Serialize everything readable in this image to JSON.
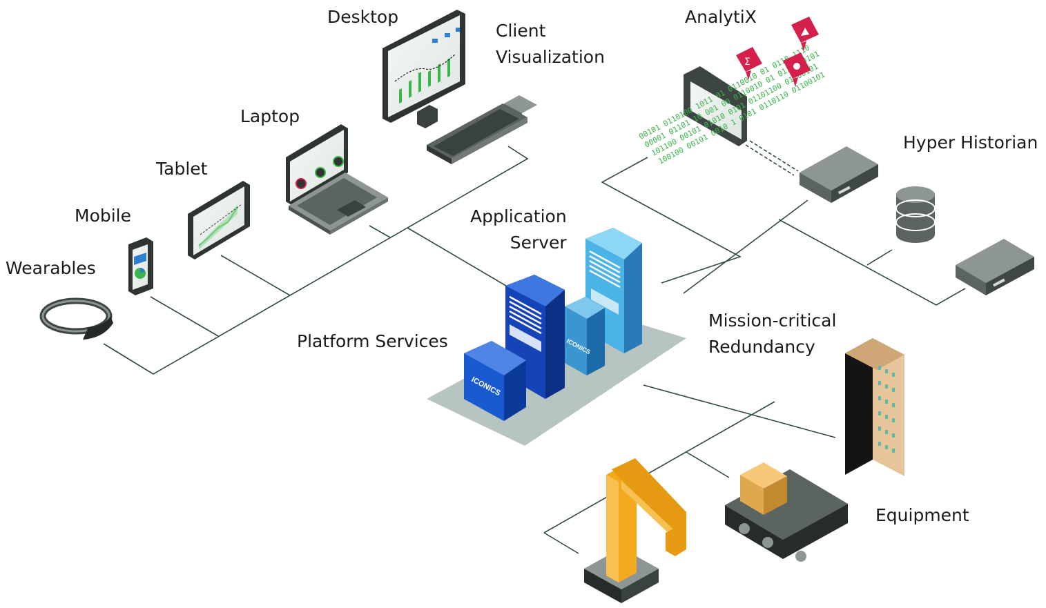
{
  "labels": {
    "desktop": "Desktop",
    "client_visualization_1": "Client",
    "client_visualization_2": "Visualization",
    "analytix": "AnalytiX",
    "hyper_historian": "Hyper Historian",
    "laptop": "Laptop",
    "tablet": "Tablet",
    "mobile": "Mobile",
    "wearables": "Wearables",
    "application_server_1": "Application",
    "application_server_2": "Server",
    "platform_services": "Platform Services",
    "mission_critical_1": "Mission-critical",
    "mission_critical_2": "Redundancy",
    "equipment": "Equipment"
  },
  "brand": {
    "server_logo": "ICONICS"
  },
  "binary": {
    "line1": "00101 0110100 1011 01 0110010 01 0110 1110",
    "line2": "00001 01101 10 001 00 0110010 01 0110100101",
    "line3": "101100 00101 01010 0101 01101100 01100101",
    "line4": "100100 00101 0010 1 0101 0110110 01100101"
  },
  "colors": {
    "line": "#2f4a3e",
    "accent_green": "#3ab54a",
    "server_blue_dark": "#1543b8",
    "server_blue_light": "#4ab4e6",
    "alert_red": "#d4204a",
    "robot_yellow": "#f2a91e"
  }
}
